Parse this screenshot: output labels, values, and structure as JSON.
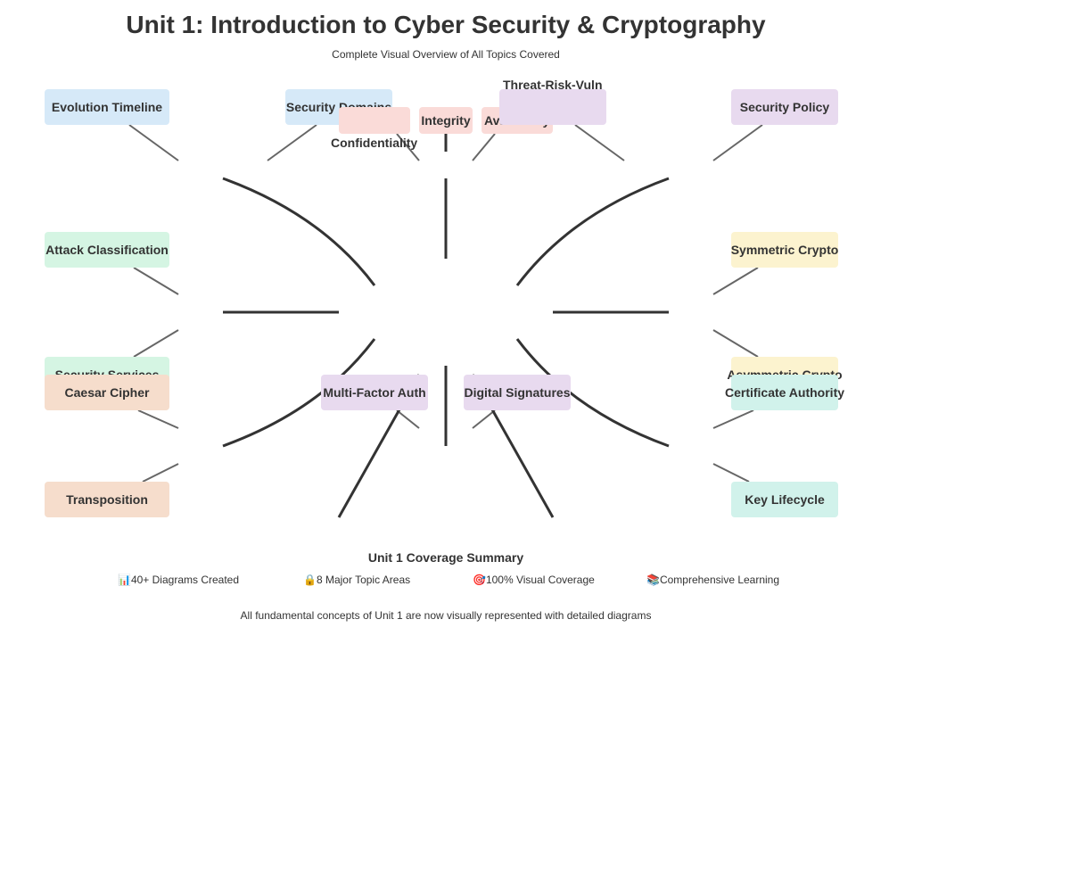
{
  "header": {
    "title": "Unit 1: Introduction to Cyber Security & Cryptography",
    "subtitle": "Complete Visual Overview of All Topics Covered"
  },
  "colors": {
    "blue": "#d6e9f8",
    "pink": "#fadbd8",
    "purple": "#e8daef",
    "green": "#d5f5e3",
    "yellow": "#fcf3cf",
    "orange": "#f6ddcc",
    "teal": "#d1f2eb",
    "connector": "#666666",
    "spoke": "#333333"
  },
  "nodes": {
    "evolution_timeline": "Evolution Timeline",
    "security_domains": "Security Domains",
    "confidentiality": "Confidentiality",
    "integrity": "Integrity",
    "availability": "Availability",
    "threat_risk_vuln": "Threat-Risk-Vuln",
    "security_policy": "Security Policy",
    "attack_classification": "Attack Classification",
    "symmetric_crypto": "Symmetric Crypto",
    "security_services": "Security Services",
    "caesar_cipher": "Caesar Cipher",
    "multi_factor_auth": "Multi-Factor Auth",
    "digital_signatures": "Digital Signatures",
    "asymmetric_crypto": "Asymmetric Crypto",
    "certificate_authority": "Certificate Authority",
    "transposition": "Transposition",
    "key_lifecycle": "Key Lifecycle"
  },
  "summary": {
    "title": "Unit 1 Coverage Summary",
    "stats": [
      {
        "icon": "bar-chart-icon",
        "glyph": "📊",
        "label": "40+ Diagrams Created"
      },
      {
        "icon": "lock-icon",
        "glyph": "🔒",
        "label": "8 Major Topic Areas"
      },
      {
        "icon": "target-icon",
        "glyph": "🎯",
        "label": "100% Visual Coverage"
      },
      {
        "icon": "books-icon",
        "glyph": "📚",
        "label": "Comprehensive Learning"
      }
    ],
    "note": "All fundamental concepts of Unit 1 are now visually represented with detailed diagrams"
  }
}
